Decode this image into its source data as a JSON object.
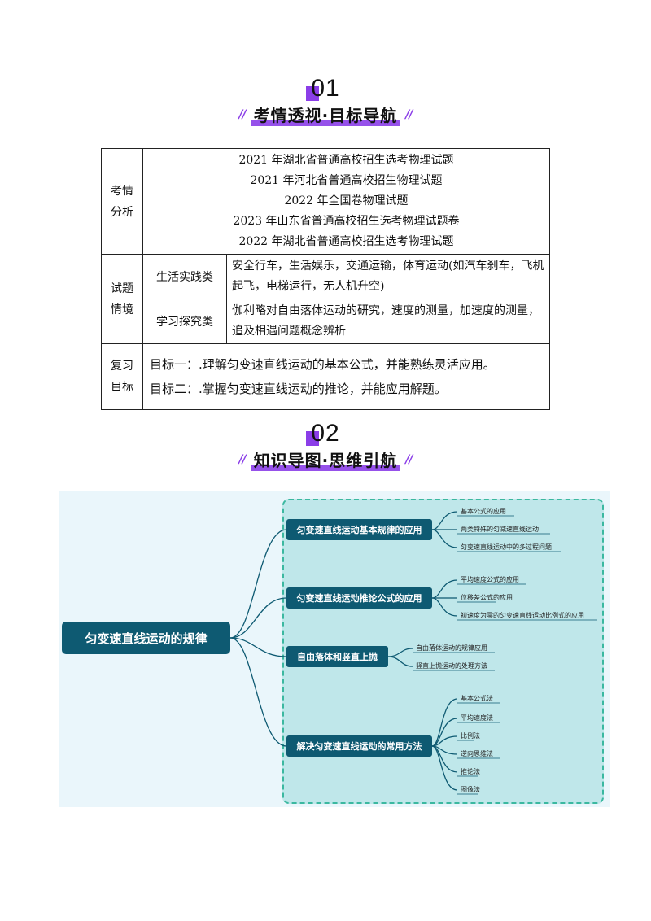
{
  "section1": {
    "num": "01",
    "title": "考情透视·目标导航"
  },
  "table": {
    "row1": {
      "label": "考情分析",
      "lines": [
        "2021 年湖北省普通高校招生选考物理试题",
        "2021 年河北省普通高校招生物理试题",
        "2022 年全国卷物理试题",
        "2023 年山东省普通高校招生选考物理试题卷",
        "2022 年湖北省普通高校招生选考物理试题"
      ]
    },
    "row2": {
      "label": "试题情境",
      "sub1": {
        "name": "生活实践类",
        "text": "安全行车，生活娱乐，交通运输，体育运动(如汽车刹车，飞机起飞，电梯运行，无人机升空)"
      },
      "sub2": {
        "name": "学习探究类",
        "text": "伽利略对自由落体运动的研究，速度的测量，加速度的测量，追及相遇问题概念辨析"
      }
    },
    "row3": {
      "label": "复习目标",
      "goals": [
        "目标一：.理解匀变速直线运动的基本公式，并能熟练灵活应用。",
        "目标二：.掌握匀变速直线运动的推论，并能应用解题。"
      ]
    }
  },
  "section2": {
    "num": "02",
    "title": "知识导图·思维引航"
  },
  "mindmap": {
    "root": "匀变速直线运动的规律",
    "branches": [
      {
        "label": "匀变速直线运动基本规律的应用",
        "leaves": [
          "基本公式的应用",
          "两类特殊的匀减速直线运动",
          "匀变速直线运动中的多过程问题"
        ]
      },
      {
        "label": "匀变速直线运动推论公式的应用",
        "leaves": [
          "平均速度公式的应用",
          "位移差公式的应用",
          "初速度为零的匀变速直线运动比例式的应用"
        ]
      },
      {
        "label": "自由落体和竖直上抛",
        "leaves": [
          "自由落体运动的规律应用",
          "竖直上抛运动的处理方法"
        ]
      },
      {
        "label": "解决匀变速直线运动的常用方法",
        "leaves": [
          "基本公式法",
          "平均速度法",
          "比例法",
          "逆向思维法",
          "推论法",
          "图像法"
        ]
      }
    ]
  }
}
